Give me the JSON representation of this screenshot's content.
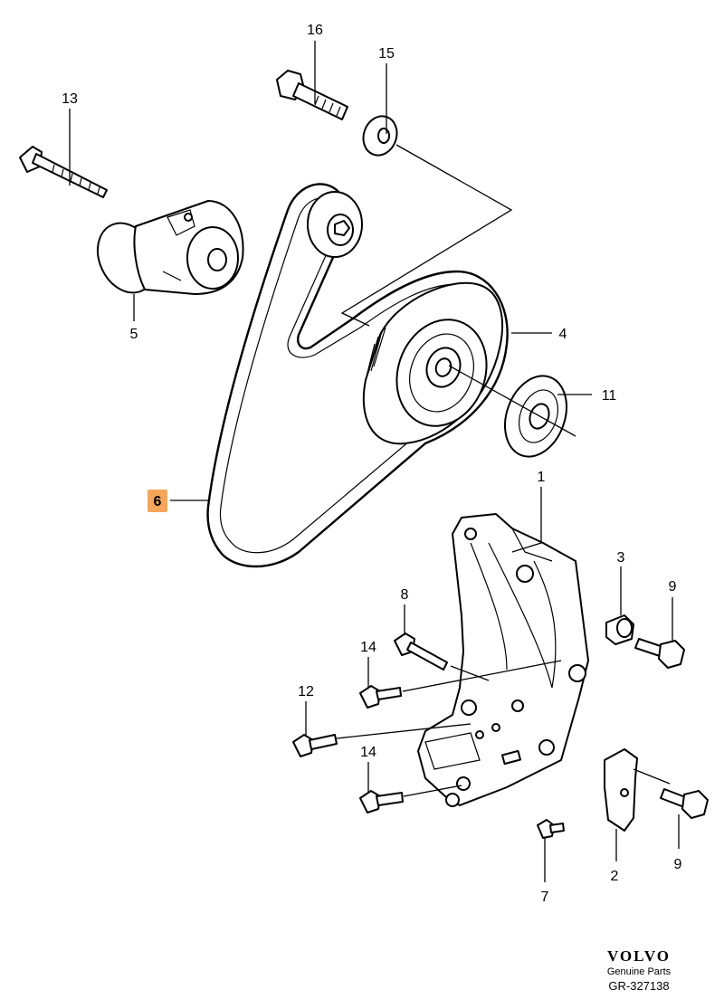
{
  "callouts": {
    "c1": "1",
    "c2": "2",
    "c3": "3",
    "c4": "4",
    "c5": "5",
    "c6": "6",
    "c7": "7",
    "c8": "8",
    "c9a": "9",
    "c9b": "9",
    "c11": "11",
    "c12": "12",
    "c13": "13",
    "c14a": "14",
    "c14b": "14",
    "c15": "15",
    "c16": "16"
  },
  "highlight": {
    "callout": "6",
    "color": "#f5a65b"
  },
  "footer": {
    "brand": "VOLVO",
    "tagline": "Genuine Parts",
    "reference": "GR-327138"
  }
}
